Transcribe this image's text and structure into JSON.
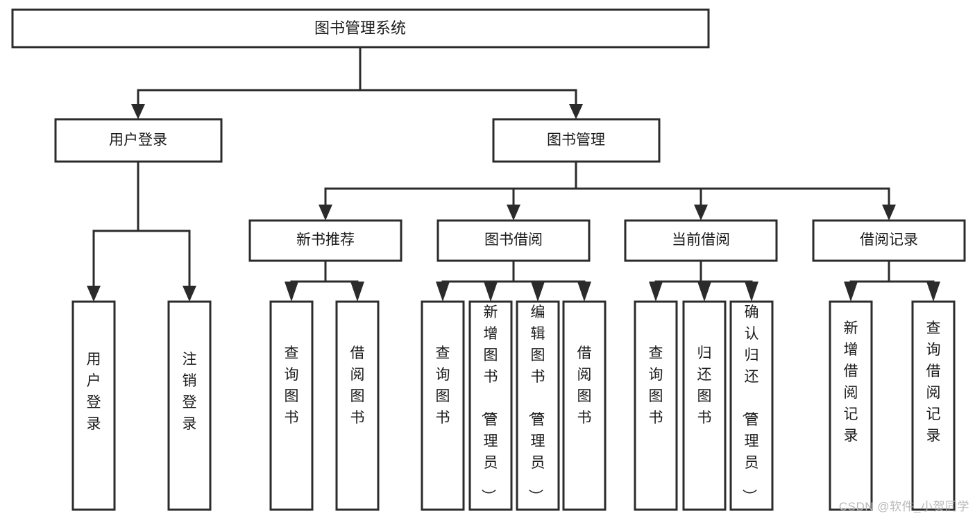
{
  "diagram": {
    "type": "tree-hierarchy",
    "orientation": "top-down",
    "background_color": "#ffffff",
    "box_stroke_color": "#2b2b2b",
    "text_color": "#1a1a1a",
    "root": {
      "label": "图书管理系统"
    },
    "level2": [
      {
        "label": "用户登录"
      },
      {
        "label": "图书管理"
      }
    ],
    "level3": [
      {
        "label": "新书推荐"
      },
      {
        "label": "图书借阅"
      },
      {
        "label": "当前借阅"
      },
      {
        "label": "借阅记录"
      }
    ],
    "leaves": {
      "user_login": [
        {
          "label": "用户登录"
        },
        {
          "label": "注销登录"
        }
      ],
      "new_book_recommend": [
        {
          "label": "查询图书"
        },
        {
          "label": "借阅图书"
        }
      ],
      "book_borrow": [
        {
          "label": "查询图书"
        },
        {
          "label": "新增图书（管理员）"
        },
        {
          "label": "编辑图书（管理员）"
        },
        {
          "label": "借阅图书"
        }
      ],
      "current_borrow": [
        {
          "label": "查询图书"
        },
        {
          "label": "归还图书"
        },
        {
          "label": "确认归还（管理员）"
        }
      ],
      "borrow_record": [
        {
          "label": "新增借阅记录"
        },
        {
          "label": "查询借阅记录"
        }
      ]
    }
  },
  "watermark": {
    "text": "CSDN @软件_小贺同学"
  }
}
